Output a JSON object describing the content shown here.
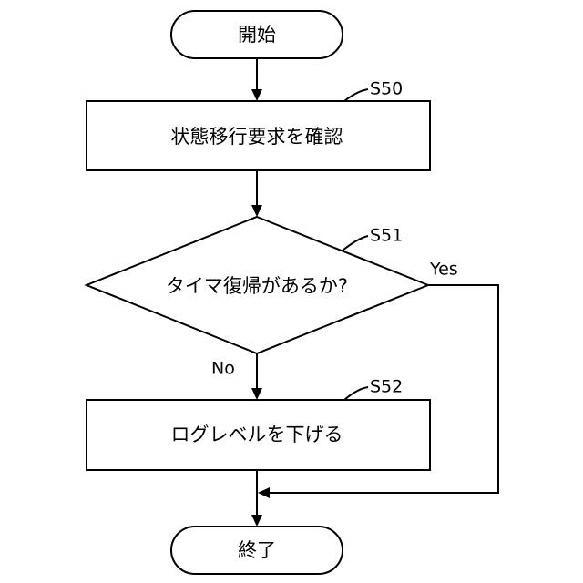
{
  "flowchart": {
    "start_label": "開始",
    "end_label": "終了",
    "steps": [
      {
        "id": "S50",
        "step_label": "S50",
        "text": "状態移行要求を確認"
      },
      {
        "id": "S52",
        "step_label": "S52",
        "text": "ログレベルを下げる"
      }
    ],
    "decision": {
      "step_label": "S51",
      "text": "タイマ復帰があるか?",
      "yes_label": "Yes",
      "no_label": "No"
    }
  }
}
